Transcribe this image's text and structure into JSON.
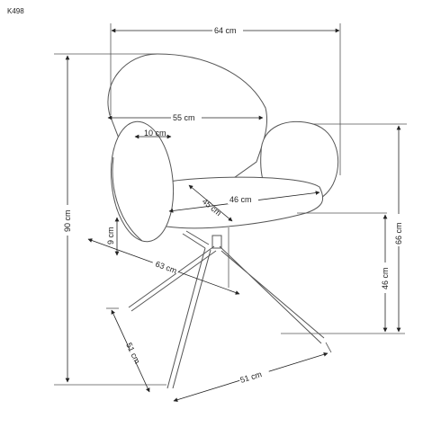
{
  "model_code": "K498",
  "dimensions": {
    "overall_width": "64 cm",
    "backrest_width": "55 cm",
    "armrest_thickness": "10 cm",
    "seat_width": "46 cm",
    "seat_depth": "45 cm",
    "armrest_over_seat": "9 cm",
    "overall_depth": "63 cm",
    "total_height": "90 cm",
    "armrest_height": "66 cm",
    "seat_height": "46 cm",
    "base_depth": "51 cm",
    "base_width": "51 cm"
  },
  "colors": {
    "line": "#555555",
    "dim": "#222222",
    "fill": "#ffffff"
  }
}
